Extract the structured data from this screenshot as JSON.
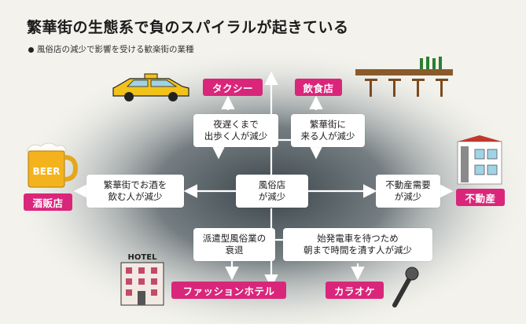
{
  "title": "繁華街の生態系で負のスパイラルが起きている",
  "subtitle": "風俗店の減少で影響を受ける歓楽街の業種",
  "center": "風俗店\nが減少",
  "causes": {
    "taxi_cause": "夜遅くまで\n出歩く人が減少",
    "restaurant_cause": "繁華街に\n来る人が減少",
    "liquor_cause": "繁華街でお酒を\n飲む人が減少",
    "realestate_cause": "不動産需要\nが減少",
    "hotel_cause": "派遣型風俗業の\n衰退",
    "karaoke_cause": "始発電車を待つため\n朝まで時間を潰す人が減少"
  },
  "labels": {
    "taxi": "タクシー",
    "restaurant": "飲食店",
    "liquor": "酒販店",
    "realestate": "不動産",
    "hotel": "ファッションホテル",
    "karaoke": "カラオケ"
  },
  "icon_text": {
    "beer": "BEER",
    "hotel": "HOTEL"
  },
  "colors": {
    "accent": "#d9267a",
    "box": "#ffffff",
    "background_glow": "#3d4a52"
  },
  "icons": [
    "taxi-icon",
    "bar-counter-icon",
    "beer-mug-icon",
    "building-icon",
    "hotel-icon",
    "microphone-icon"
  ]
}
